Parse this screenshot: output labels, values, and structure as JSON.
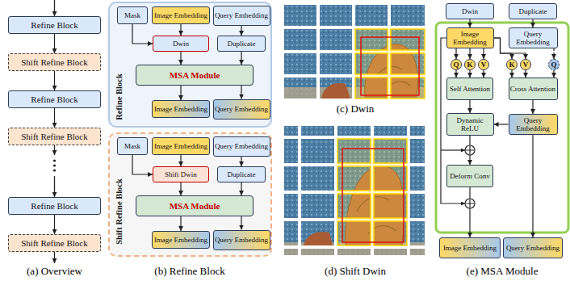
{
  "diagram": {
    "nodes": [
      {
        "text": [
          "Refine Block"
        ]
      },
      {
        "text": [
          "Shift Refine Block"
        ]
      },
      {
        "text": [
          "Refine Block"
        ]
      },
      {
        "text": [
          "Shift Refine Block"
        ]
      },
      {
        "text": [
          "Refine Block"
        ]
      },
      {
        "text": [
          "Shift Refine Block"
        ]
      },
      {
        "text": [
          "Refine Block"
        ]
      },
      {
        "text": [
          "Mask"
        ],
        "in": 6
      },
      {
        "text": [
          "Image Embedding"
        ],
        "in": 6
      },
      {
        "text": [
          "Query Embedding"
        ],
        "in": 6
      },
      {
        "text": [
          "Dwin"
        ],
        "in": 6
      },
      {
        "text": [
          "Duplicate"
        ],
        "in": 6
      },
      {
        "text": [
          "MSA Module"
        ],
        "in": 6
      },
      {
        "text": [
          "Image Embedding"
        ],
        "in": 6
      },
      {
        "text": [
          "Query Embedding"
        ],
        "in": 6
      },
      {
        "text": [
          "Shift Refine Block"
        ]
      },
      {
        "text": [
          "Mask"
        ],
        "in": 15
      },
      {
        "text": [
          "Image Embedding"
        ],
        "in": 15
      },
      {
        "text": [
          "Query Embedding"
        ],
        "in": 15
      },
      {
        "text": [
          "Shift Dwin"
        ],
        "in": 15
      },
      {
        "text": [
          "Duplicate"
        ],
        "in": 15
      },
      {
        "text": [
          "MSA Module"
        ],
        "in": 15
      },
      {
        "text": [
          "Image Embedding"
        ],
        "in": 15
      },
      {
        "text": [
          "Query Embedding"
        ],
        "in": 15
      },
      {
        "text": [
          "Dwin"
        ]
      },
      {
        "text": [
          "Duplicate"
        ]
      },
      {
        "text": [
          "Image Embedding"
        ]
      },
      {
        "text": [
          "Query Embedding"
        ]
      },
      {
        "text": [
          "Q"
        ]
      },
      {
        "text": [
          "K"
        ]
      },
      {
        "text": [
          "V"
        ]
      },
      {
        "text": [
          "K"
        ]
      },
      {
        "text": [
          "V"
        ]
      },
      {
        "text": [
          "Q"
        ]
      },
      {
        "text": [
          "Self Attention"
        ]
      },
      {
        "text": [
          "Cross Attention"
        ]
      },
      {
        "text": [
          "Dynamic ReLU"
        ]
      },
      {
        "text": [
          "Query Embedding"
        ]
      },
      {
        "text": [
          "Deform Conv"
        ]
      },
      {
        "text": [
          "Image Embedding"
        ]
      },
      {
        "text": [
          "Query Embedding"
        ]
      }
    ],
    "edges": [
      {
        "from": 0,
        "to": 1,
        "arrow": "to"
      },
      {
        "from": 1,
        "to": 2,
        "arrow": "to"
      },
      {
        "from": 2,
        "to": 3,
        "arrow": "to"
      },
      {
        "from": 4,
        "to": 5,
        "arrow": "to"
      },
      {
        "from": 7,
        "to": 10,
        "arrow": "to"
      },
      {
        "from": 8,
        "to": 10,
        "arrow": "to"
      },
      {
        "from": 9,
        "to": 11,
        "arrow": "to"
      },
      {
        "from": 10,
        "to": 12,
        "arrow": "to"
      },
      {
        "from": 11,
        "to": 12,
        "arrow": "to"
      },
      {
        "from": 12,
        "to": 13,
        "arrow": "to"
      },
      {
        "from": 12,
        "to": 14,
        "arrow": "to"
      },
      {
        "from": 16,
        "to": 19,
        "arrow": "to"
      },
      {
        "from": 17,
        "to": 19,
        "arrow": "to"
      },
      {
        "from": 18,
        "to": 20,
        "arrow": "to"
      },
      {
        "from": 19,
        "to": 21,
        "arrow": "to"
      },
      {
        "from": 20,
        "to": 21,
        "arrow": "to"
      },
      {
        "from": 21,
        "to": 22,
        "arrow": "to"
      },
      {
        "from": 21,
        "to": 23,
        "arrow": "to"
      },
      {
        "from": 24,
        "to": 26,
        "arrow": "to"
      },
      {
        "from": 25,
        "to": 27,
        "arrow": "to"
      },
      {
        "from": 26,
        "to": 28,
        "arrow": "to"
      },
      {
        "from": 26,
        "to": 29,
        "arrow": "to"
      },
      {
        "from": 26,
        "to": 30,
        "arrow": "to"
      },
      {
        "from": 26,
        "to": 31,
        "arrow": "to"
      },
      {
        "from": 26,
        "to": 32,
        "arrow": "to"
      },
      {
        "from": 27,
        "to": 33,
        "arrow": "to"
      },
      {
        "from": 28,
        "to": 34,
        "arrow": "to"
      },
      {
        "from": 29,
        "to": 34,
        "arrow": "to"
      },
      {
        "from": 30,
        "to": 34,
        "arrow": "to"
      },
      {
        "from": 31,
        "to": 35,
        "arrow": "to"
      },
      {
        "from": 32,
        "to": 35,
        "arrow": "to"
      },
      {
        "from": 33,
        "to": 35,
        "arrow": "to"
      },
      {
        "from": 34,
        "to": 36,
        "arrow": "to"
      },
      {
        "from": 35,
        "to": 37,
        "arrow": "to"
      },
      {
        "from": 37,
        "to": 36,
        "arrow": "to"
      },
      {
        "from": 36,
        "to": 38,
        "arrow": "to"
      },
      {
        "from": 38,
        "to": 39,
        "arrow": "to"
      },
      {
        "from": 37,
        "to": 40,
        "arrow": "to"
      }
    ],
    "labels": [
      "(a) Overview",
      "(b) Refine Block",
      "(c) Dwin",
      "(d) Shift Dwin",
      "(e) MSA Module"
    ]
  }
}
